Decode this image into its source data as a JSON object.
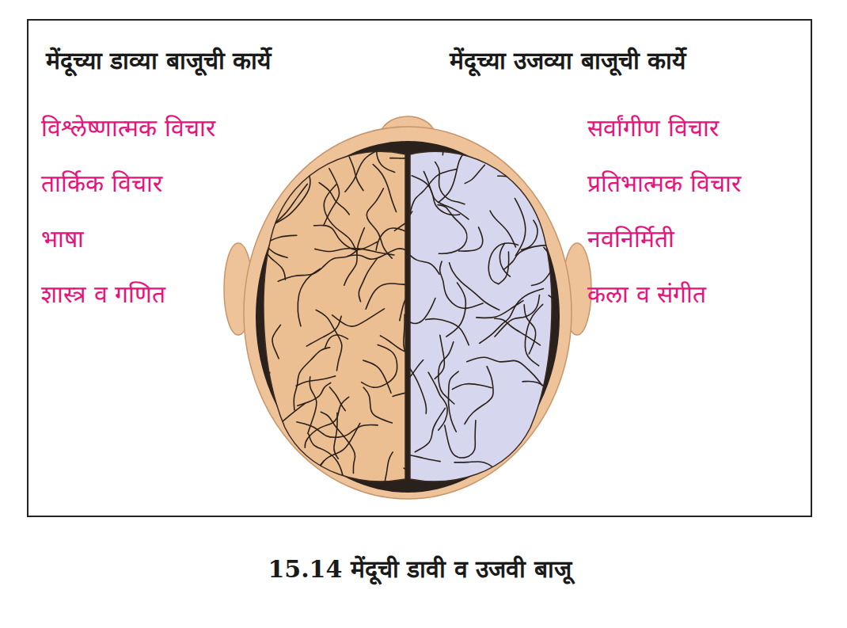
{
  "diagram": {
    "caption": "15.14 मेंदूची  डावी व उजवी बाजू",
    "labels": [
      "मेंदूच्या डाव्या बाजूची कार्ये",
      "विश्लेष्णात्मक विचार",
      "तार्किक विचार",
      "भाषा",
      "शास्त्र व गणित",
      "मेंदूच्या उजव्या बाजूची कार्ये",
      "सर्वांगीण विचार",
      "प्रतिभात्मक विचार",
      "नवनिर्मिती",
      "कला व संगीत"
    ]
  }
}
